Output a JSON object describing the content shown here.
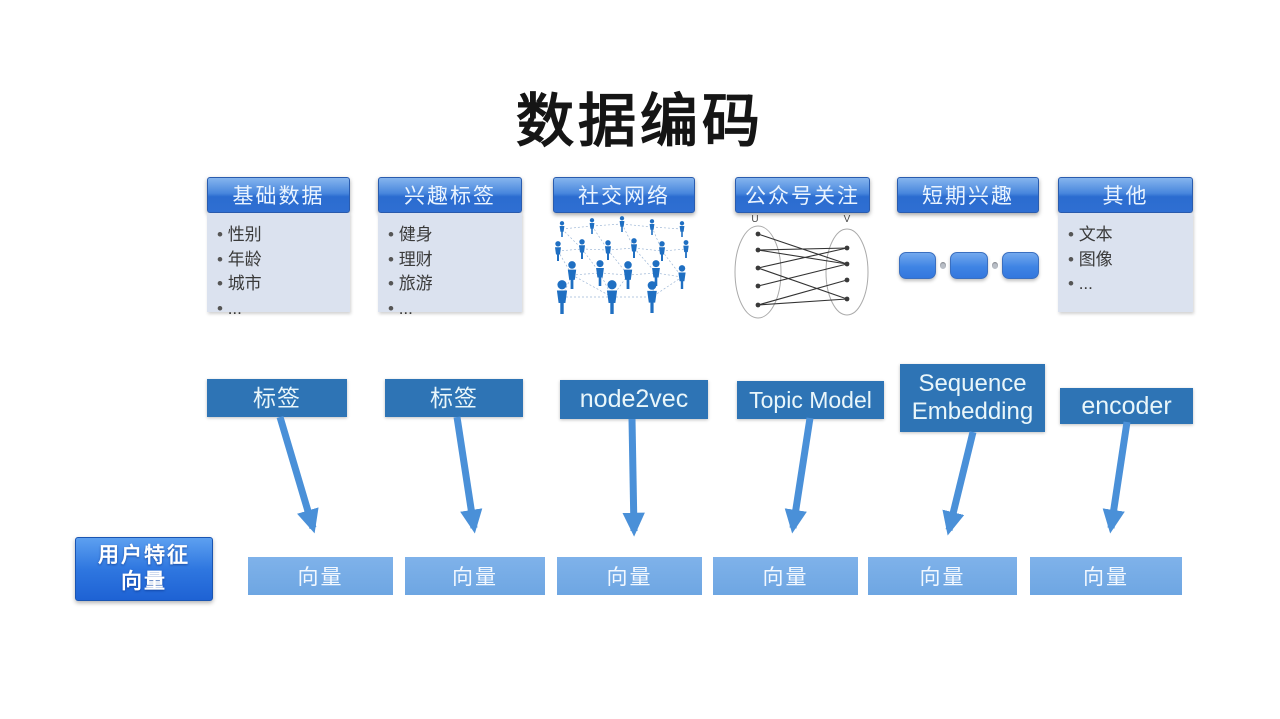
{
  "slide": {
    "title": "数据编码"
  },
  "colors": {
    "header_blue_top": "#85b4ee",
    "header_blue_bottom": "#2f6fd2",
    "body_gray_blue": "#dbe2ef",
    "method_blue": "#2e74b5",
    "arrow_blue": "#4a90d8",
    "vector_blue": "#74a9e4",
    "user_vector_blue": "#2f77e0"
  },
  "columns": [
    {
      "header": "基础数据",
      "type": "list",
      "items": [
        "性别",
        "年龄",
        "城市",
        "..."
      ]
    },
    {
      "header": "兴趣标签",
      "type": "list",
      "items": [
        "健身",
        "理财",
        "旅游",
        "..."
      ]
    },
    {
      "header": "社交网络",
      "type": "network-image"
    },
    {
      "header": "公众号关注",
      "type": "bipartite-graph",
      "left_label": "U",
      "right_label": "V"
    },
    {
      "header": "短期兴趣",
      "type": "sequence"
    },
    {
      "header": "其他",
      "type": "list",
      "items": [
        "文本",
        "图像",
        "..."
      ]
    }
  ],
  "methods": [
    {
      "label": "标签"
    },
    {
      "label": "标签"
    },
    {
      "label": "node2vec"
    },
    {
      "label": "Topic Model"
    },
    {
      "label": "Sequence Embedding"
    },
    {
      "label": "encoder"
    }
  ],
  "output": {
    "user_vector_line1": "用户特征",
    "user_vector_line2": "向量",
    "vectors": [
      "向量",
      "向量",
      "向量",
      "向量",
      "向量",
      "向量"
    ]
  }
}
